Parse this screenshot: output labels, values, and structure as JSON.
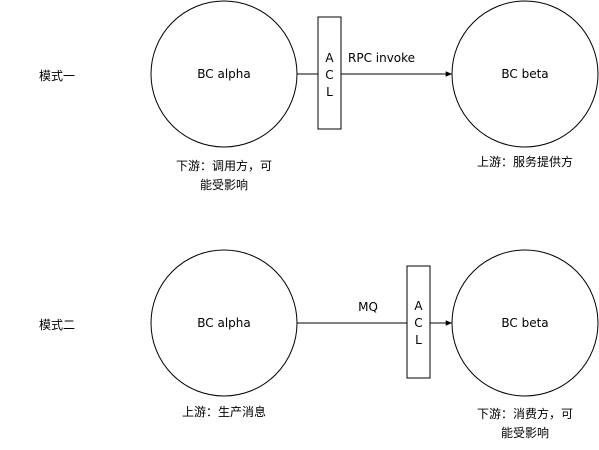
{
  "modes": [
    {
      "label": "模式一",
      "left_node": "BC alpha",
      "right_node": "BC beta",
      "acl_letters": [
        "A",
        "C",
        "L"
      ],
      "edge_label": "RPC invoke",
      "left_caption": [
        "下游：调用方，可",
        "能受影响"
      ],
      "right_caption": [
        "上游：服务提供方"
      ]
    },
    {
      "label": "模式二",
      "left_node": "BC alpha",
      "right_node": "BC beta",
      "acl_letters": [
        "A",
        "C",
        "L"
      ],
      "edge_label": "MQ",
      "left_caption": [
        "上游：生产消息"
      ],
      "right_caption": [
        "下游：消费方，可",
        "能受影响"
      ]
    }
  ]
}
